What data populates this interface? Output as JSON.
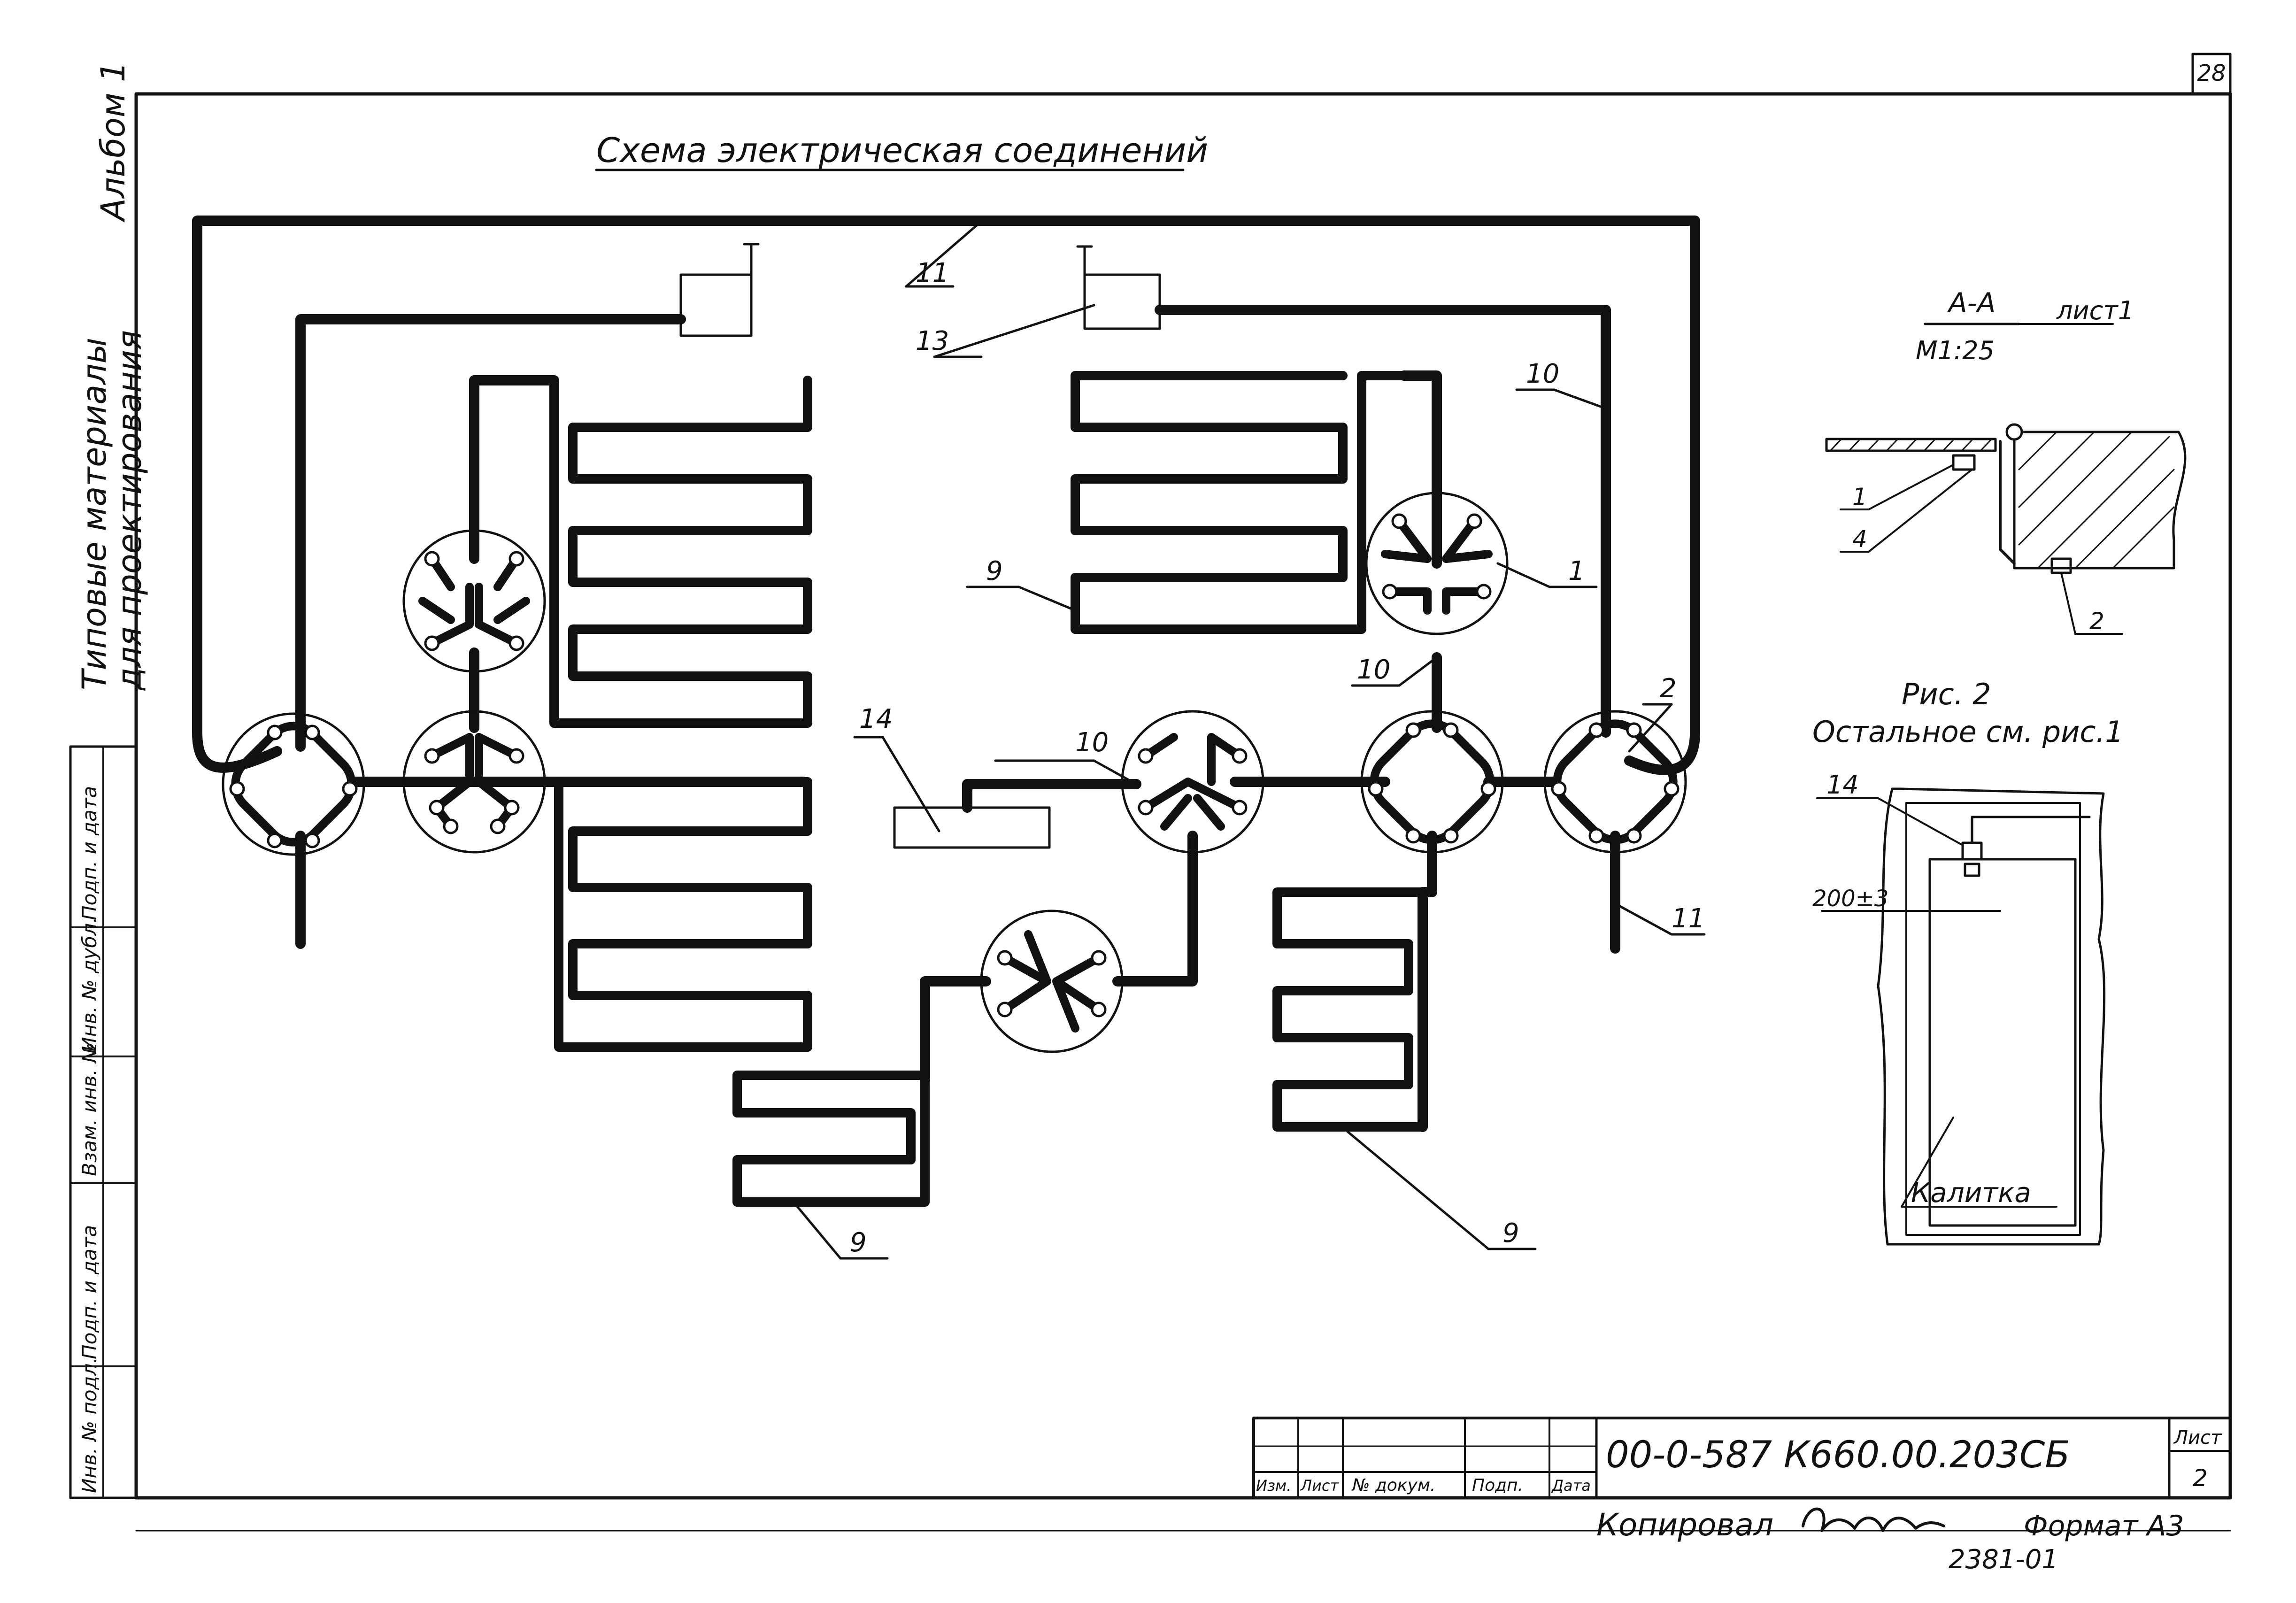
{
  "sheet_number": "28",
  "title": "Схема электрическая соединений",
  "side_labels": {
    "album": "Альбом 1",
    "typical_1": "Типовые материалы",
    "typical_2": "для проектирования"
  },
  "left_stamp": [
    "Подп. и дата",
    "Инв. № дубл.",
    "Взам. инв. №",
    "Подп. и дата",
    "Инв. № подл."
  ],
  "callouts": {
    "c11_top": "11",
    "c13": "13",
    "c10_right": "10",
    "c9_mid": "9",
    "c1": "1",
    "c10_mid": "10",
    "c2": "2",
    "c14": "14",
    "c10_center": "10",
    "c11_right": "11",
    "c9_bottom_left": "9",
    "c9_bottom_right": "9"
  },
  "section": {
    "title": "А-А",
    "sheet_ref": "лист1",
    "scale": "М1:25",
    "items": [
      "1",
      "4",
      "2"
    ]
  },
  "figure2": {
    "title": "Рис. 2",
    "subtitle": "Остальное см. рис.1",
    "item": "14",
    "dimension": "200±3",
    "gate_label": "Калитка"
  },
  "title_block": {
    "headers": [
      "Изм.",
      "Лист",
      "№ докум.",
      "Подп.",
      "Дата"
    ],
    "document_code": "00-0-587 К660.00.203СБ",
    "sheet_label": "Лист",
    "sheet_value": "2",
    "copied_label": "Копировал",
    "format": "Формат А3",
    "bottom_number": "2381-01"
  }
}
